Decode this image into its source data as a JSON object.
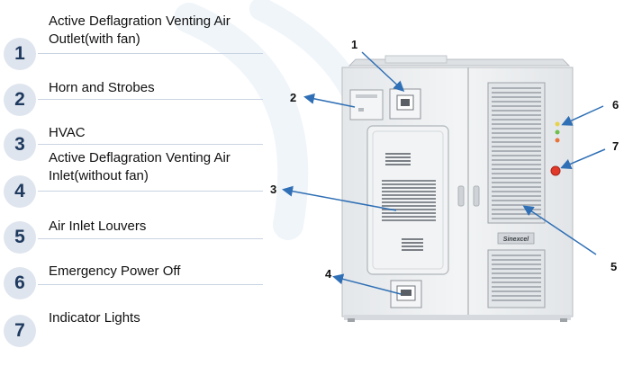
{
  "legend": {
    "items": [
      {
        "number": "1",
        "label": "Active Deflagration Venting Air Outlet(with fan)"
      },
      {
        "number": "2",
        "label": "Horn and Strobes"
      },
      {
        "number": "3",
        "label": "HVAC"
      },
      {
        "number": "4",
        "label": "Active Deflagration Venting Air Inlet(without fan)"
      },
      {
        "number": "5",
        "label": "Air Inlet Louvers"
      },
      {
        "number": "6",
        "label": "Emergency Power Off"
      },
      {
        "number": "7",
        "label": "Indicator Lights"
      }
    ]
  },
  "diagram": {
    "brand_label": "Sinexcel",
    "callouts": [
      "1",
      "2",
      "3",
      "4",
      "5",
      "6",
      "7"
    ]
  },
  "colors": {
    "accent": "#1f3a5f",
    "circle_bg": "#dfe5ee",
    "arrow": "#2f6fb5",
    "cabinet": "#eef0f2",
    "cabinet_edge": "#b8bcc0",
    "indicator_yellow": "#e7d24a",
    "indicator_green": "#6fbf4a",
    "indicator_red": "#e8743a",
    "epo_red": "#e23a2a"
  }
}
